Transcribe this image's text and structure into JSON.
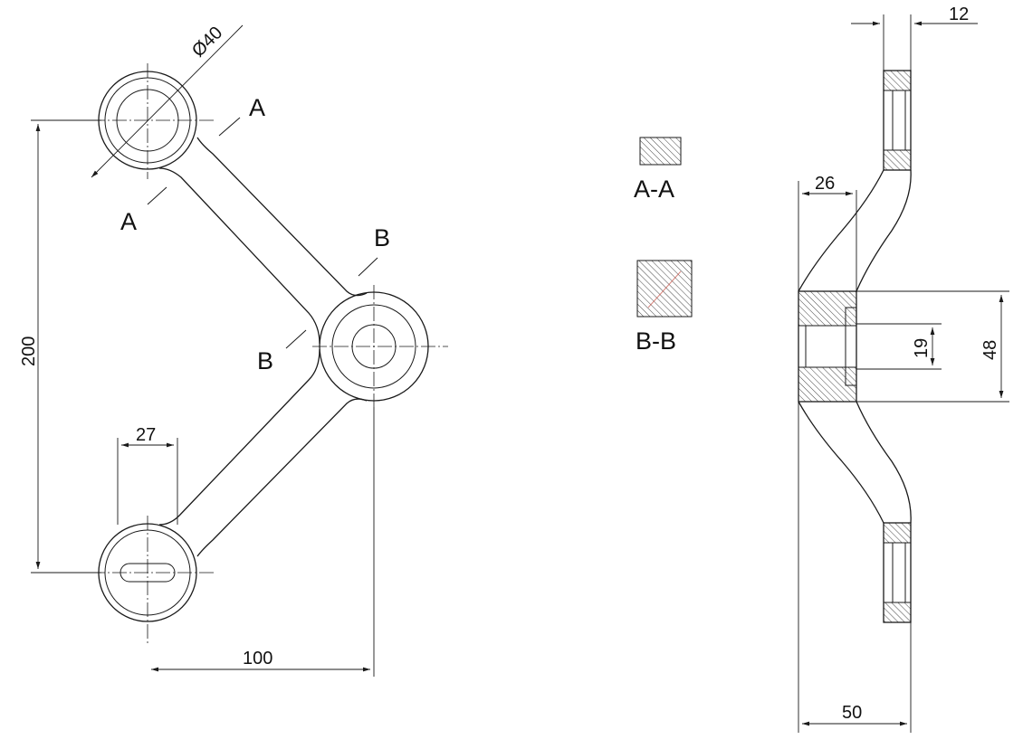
{
  "dimensions": {
    "diameter": "Ø40",
    "height_total": "200",
    "width_total": "100",
    "slot_width": "27",
    "pad_thickness": "12",
    "arm_offset": "26",
    "bore": "19",
    "hub_height": "48",
    "overall_depth": "50"
  },
  "section_labels": {
    "aa_top": "A",
    "aa_bottom": "A",
    "bb_top": "B",
    "bb_bottom": "B",
    "aa_title": "A-A",
    "bb_title": "B-B"
  },
  "colors": {
    "line": "#1a1a1a",
    "background": "#ffffff",
    "hatch_accent": "#c0392b"
  }
}
